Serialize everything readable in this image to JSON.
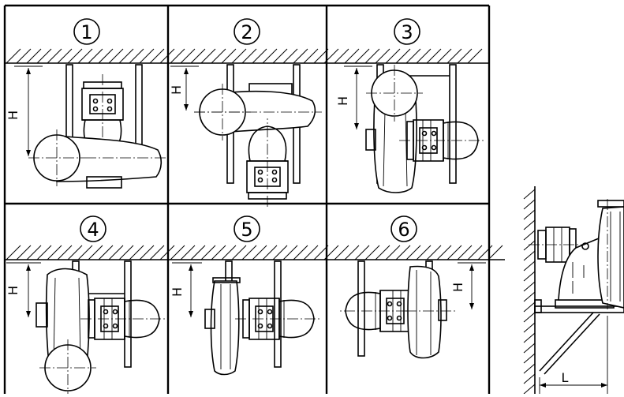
{
  "panels": [
    {
      "number": "1",
      "dim_label": "H"
    },
    {
      "number": "2",
      "dim_label": "H"
    },
    {
      "number": "3",
      "dim_label": "H"
    },
    {
      "number": "4",
      "dim_label": "H"
    },
    {
      "number": "5",
      "dim_label": "H"
    },
    {
      "number": "6",
      "dim_label": "H"
    }
  ],
  "wall_mount": {
    "dim_label": "L"
  },
  "icons": [
    "ceiling-hatch-icon",
    "wall-hatch-icon",
    "fan-motor-icon",
    "bracket-icon"
  ]
}
